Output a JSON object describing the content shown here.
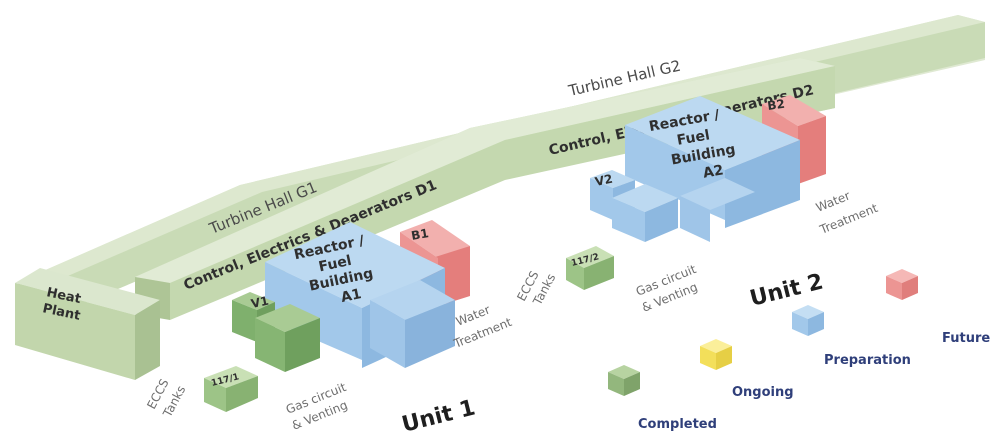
{
  "buildings": {
    "turbine_hall_g1": "Turbine Hall G1",
    "turbine_hall_g2": "Turbine Hall G2",
    "control_d1": "Control, Electrics & Deaerators D1",
    "control_d2": "Control, Electrics & Deaerators D2",
    "heat_plant_line1": "Heat",
    "heat_plant_line2": "Plant",
    "reactor_a1": [
      "Reactor /",
      "Fuel",
      "Building",
      "A1"
    ],
    "reactor_a2": [
      "Reactor /",
      "Fuel",
      "Building",
      "A2"
    ],
    "b1": "B1",
    "b2": "B2",
    "v1": "V1",
    "v2": "V2",
    "tank_1": "117/1",
    "tank_2": "117/2"
  },
  "annotations": {
    "eccs_1": [
      "ECCS",
      "Tanks"
    ],
    "eccs_2": [
      "ECCS",
      "Tanks"
    ],
    "gas_1": [
      "Gas circuit",
      "& Venting"
    ],
    "gas_2": [
      "Gas circuit",
      "& Venting"
    ],
    "water_1": [
      "Water",
      "Treatment"
    ],
    "water_2": [
      "Water",
      "Treatment"
    ],
    "unit_1": "Unit 1",
    "unit_2": "Unit 2"
  },
  "legend": [
    {
      "label": "Completed",
      "color": "#9dbe87"
    },
    {
      "label": "Ongoing",
      "color": "#f6e46a"
    },
    {
      "label": "Preparation",
      "color": "#a9cdec"
    },
    {
      "label": "Future",
      "color": "#ef9a9a"
    }
  ],
  "colors": {
    "planned_hall": "#cfdfbe",
    "completed": "#9dbe87",
    "preparation": "#a9cdec",
    "future": "#ef9a9a",
    "ongoing": "#f6e46a"
  }
}
